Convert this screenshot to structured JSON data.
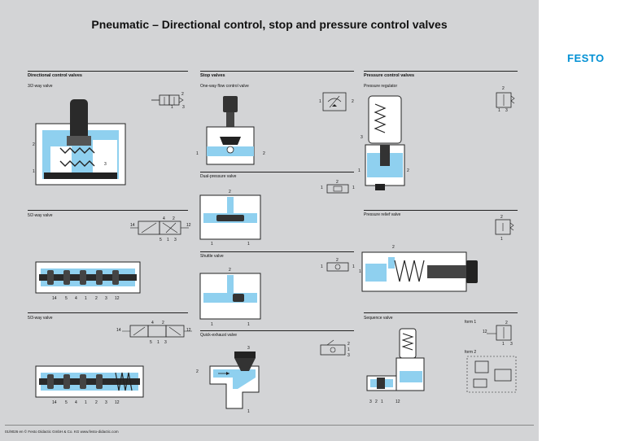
{
  "title": "Pneumatic – Directional control, stop and pressure control valves",
  "brand": "FESTO",
  "footer": "01/9026 en   © Festo Didactic GmbH & Co. KG   www.festo-didactic.com",
  "colors": {
    "background": "#d3d4d6",
    "air": "#8fd0ef",
    "body": "#ffffff",
    "metal": "#2a2a2a",
    "brand": "#0090d4"
  },
  "sections": {
    "directional": {
      "title": "Directional control valves",
      "valve_32": {
        "label": "3/2-way valve",
        "ports": [
          "2",
          "1",
          "3"
        ]
      },
      "valve_52": {
        "label": "5/2-way valve",
        "ports": [
          "14",
          "5",
          "4",
          "1",
          "2",
          "3",
          "12"
        ],
        "sym_ports": [
          "14",
          "4",
          "2",
          "12",
          "5",
          "1",
          "3"
        ]
      },
      "valve_53": {
        "label": "5/3-way valve",
        "ports": [
          "14",
          "5",
          "4",
          "1",
          "2",
          "3",
          "12"
        ],
        "sym_ports": [
          "14",
          "4",
          "2",
          "12",
          "5",
          "1",
          "3"
        ]
      }
    },
    "stop": {
      "title": "Stop valves",
      "oneway": {
        "label": "One-way flow control valve",
        "ports": [
          "1",
          "2"
        ],
        "sym_ports": [
          "1",
          "2"
        ]
      },
      "dualpressure": {
        "label": "Dual-pressure valve",
        "ports": [
          "2",
          "1",
          "1"
        ],
        "sym_ports": [
          "1",
          "2",
          "1"
        ]
      },
      "shuttle": {
        "label": "Shuttle valve",
        "ports": [
          "2",
          "1",
          "1"
        ],
        "sym_ports": [
          "1",
          "2",
          "1"
        ]
      },
      "quickexhaust": {
        "label": "Quick-exhaust valve",
        "ports": [
          "3",
          "2",
          "1"
        ],
        "sym_ports": [
          "2",
          "1",
          "3"
        ]
      }
    },
    "pressure": {
      "title": "Pressure control valves",
      "regulator": {
        "label": "Pressure regulator",
        "ports": [
          "3",
          "1",
          "2"
        ],
        "sym_ports": [
          "2",
          "1",
          "3"
        ]
      },
      "relief": {
        "label": "Pressure relief valve",
        "ports": [
          "2",
          "1"
        ],
        "sym_ports": [
          "2",
          "1"
        ]
      },
      "sequence": {
        "label": "Sequence valve",
        "ports": [
          "3",
          "2",
          "1",
          "12"
        ],
        "form1": "form 1",
        "form2": "form 2",
        "sym_ports": [
          "12",
          "2",
          "1",
          "3"
        ]
      }
    }
  }
}
